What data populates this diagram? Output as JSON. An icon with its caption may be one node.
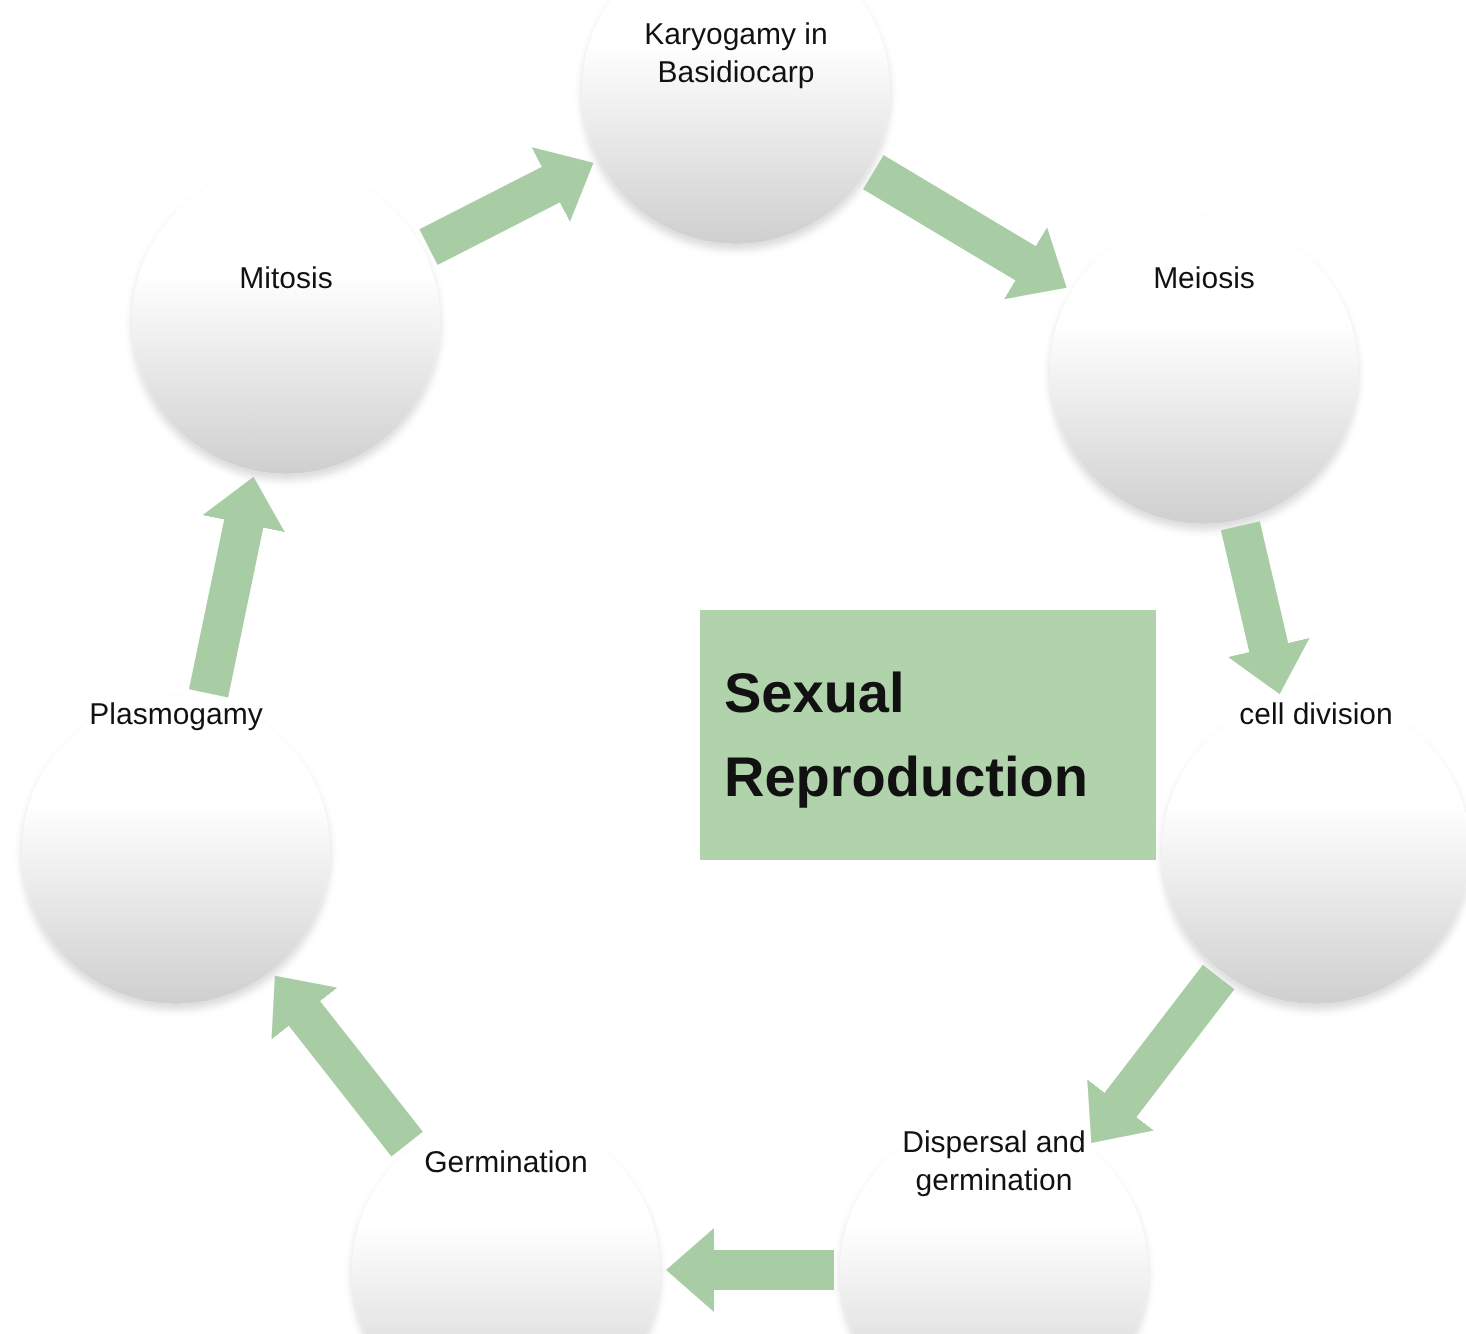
{
  "diagram": {
    "nodes": [
      {
        "text": [
          "Karyogamy in Basidiocarp"
        ]
      },
      {
        "text": [
          "Meiosis"
        ]
      },
      {
        "text": [
          "cell division"
        ]
      },
      {
        "text": [
          "Dispersal and germination"
        ]
      },
      {
        "text": [
          "Germination"
        ]
      },
      {
        "text": [
          "Plasmogamy"
        ]
      },
      {
        "text": [
          "Mitosis"
        ]
      },
      {
        "text": [
          "Sexual Reproduction"
        ]
      }
    ],
    "edges": [
      {
        "from": 0,
        "to": 1,
        "arrow": "to"
      },
      {
        "from": 1,
        "to": 2,
        "arrow": "to"
      },
      {
        "from": 2,
        "to": 3,
        "arrow": "to"
      },
      {
        "from": 3,
        "to": 4,
        "arrow": "to"
      },
      {
        "from": 4,
        "to": 5,
        "arrow": "to"
      },
      {
        "from": 5,
        "to": 6,
        "arrow": "to"
      },
      {
        "from": 6,
        "to": 0,
        "arrow": "to"
      }
    ]
  }
}
